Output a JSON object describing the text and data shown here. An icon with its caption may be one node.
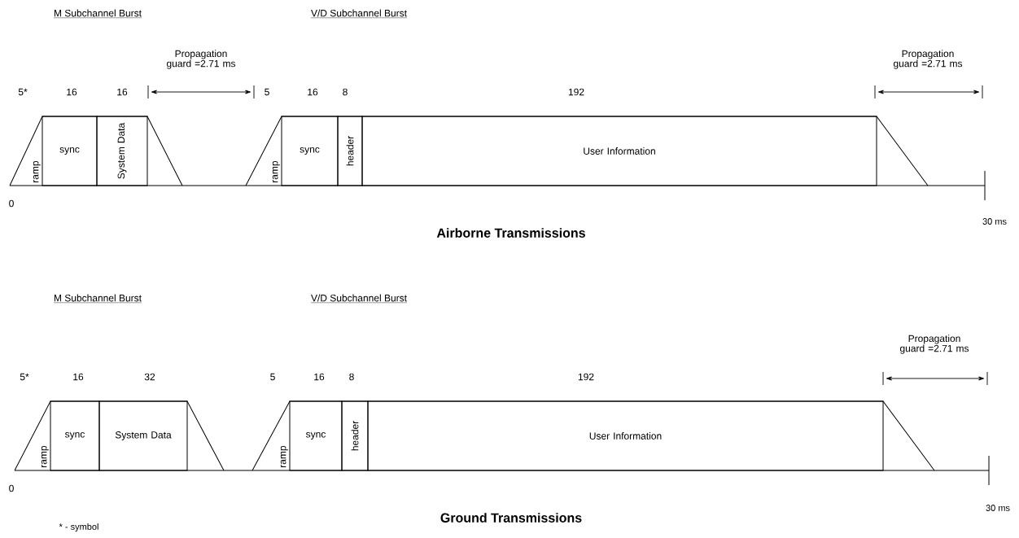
{
  "diagram": {
    "nodes": [
      {
        "text": [
          "ramp"
        ]
      },
      {
        "text": [
          "sync"
        ]
      },
      {
        "text": [
          "System Data"
        ]
      },
      {
        "text": [
          "ramp"
        ]
      },
      {
        "text": [
          "sync"
        ]
      },
      {
        "text": [
          "header"
        ]
      },
      {
        "text": [
          "User Information"
        ]
      },
      {
        "text": [
          "ramp"
        ]
      },
      {
        "text": [
          "sync"
        ]
      },
      {
        "text": [
          "System Data"
        ]
      },
      {
        "text": [
          "ramp"
        ]
      },
      {
        "text": [
          "sync"
        ]
      },
      {
        "text": [
          "header"
        ]
      },
      {
        "text": [
          "User Information"
        ]
      }
    ],
    "labels": [
      "M Subchannel Burst",
      "V/D Subchannel Burst",
      "Propagation guard =2.71 ms",
      "Propagation guard =2.71 ms",
      "5*",
      "16",
      "16",
      "5",
      "16",
      "8",
      "192",
      "0",
      "30 ms",
      "Airborne Transmissions",
      "M Subchannel Burst",
      "V/D Subchannel Burst",
      "Propagation guard =2.71 ms",
      "5*",
      "16",
      "32",
      "5",
      "16",
      "8",
      "192",
      "0",
      "30 ms",
      "* - symbol",
      "Ground Transmissions"
    ]
  }
}
